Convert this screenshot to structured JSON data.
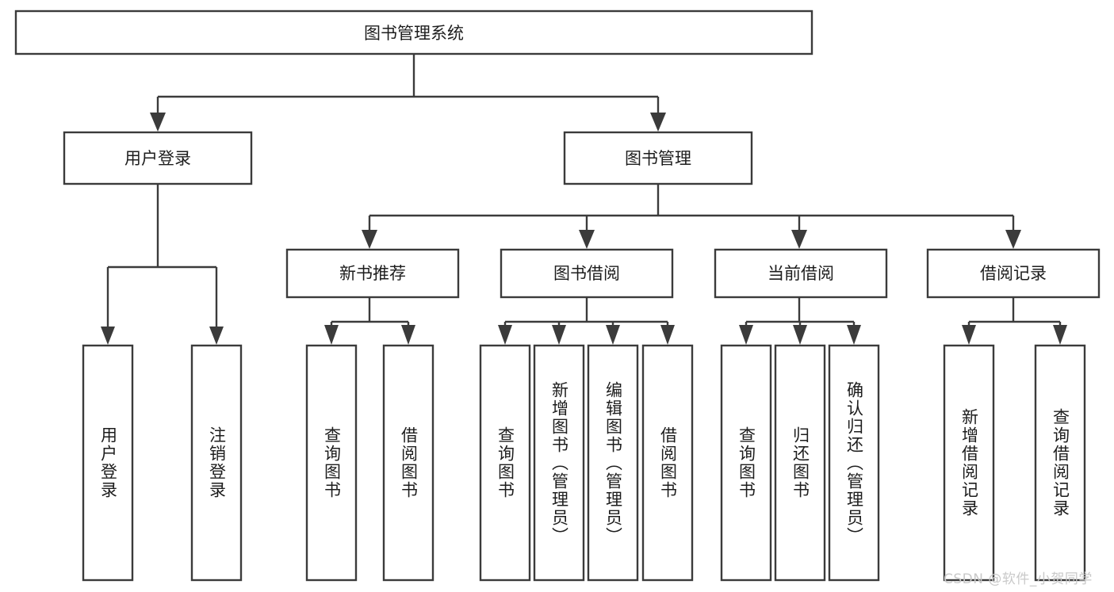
{
  "diagram": {
    "type": "tree-hierarchy",
    "title": "图书管理系统",
    "root": {
      "label": "图书管理系统"
    },
    "level2": [
      {
        "id": "user-login",
        "label": "用户登录"
      },
      {
        "id": "book-management",
        "label": "图书管理"
      }
    ],
    "level3": [
      {
        "id": "new-book-recommend",
        "label": "新书推荐",
        "parent": "book-management"
      },
      {
        "id": "book-borrow",
        "label": "图书借阅",
        "parent": "book-management"
      },
      {
        "id": "current-borrow",
        "label": "当前借阅",
        "parent": "book-management"
      },
      {
        "id": "borrow-record",
        "label": "借阅记录",
        "parent": "book-management"
      }
    ],
    "leaves": [
      {
        "id": "leaf-user-login",
        "label": "用户登录",
        "parent": "user-login"
      },
      {
        "id": "leaf-logout-login",
        "label": "注销登录",
        "parent": "user-login"
      },
      {
        "id": "leaf-query-book-1",
        "label": "查询图书",
        "parent": "new-book-recommend"
      },
      {
        "id": "leaf-borrow-book-1",
        "label": "借阅图书",
        "parent": "new-book-recommend"
      },
      {
        "id": "leaf-query-book-2",
        "label": "查询图书",
        "parent": "book-borrow"
      },
      {
        "id": "leaf-add-book",
        "label": "新增图书（管理员）",
        "parent": "book-borrow"
      },
      {
        "id": "leaf-edit-book",
        "label": "编辑图书（管理员）",
        "parent": "book-borrow"
      },
      {
        "id": "leaf-borrow-book-2",
        "label": "借阅图书",
        "parent": "book-borrow"
      },
      {
        "id": "leaf-query-book-3",
        "label": "查询图书",
        "parent": "current-borrow"
      },
      {
        "id": "leaf-return-book",
        "label": "归还图书",
        "parent": "current-borrow"
      },
      {
        "id": "leaf-confirm-return",
        "label": "确认归还（管理员）",
        "parent": "current-borrow"
      },
      {
        "id": "leaf-add-record",
        "label": "新增借阅记录",
        "parent": "borrow-record"
      },
      {
        "id": "leaf-query-record",
        "label": "查询借阅记录",
        "parent": "borrow-record"
      }
    ]
  },
  "watermark": {
    "text": "CSDN @软件_小贺同学"
  },
  "colors": {
    "stroke": "#3b3b3b",
    "box_fill": "#ffffff",
    "text": "#1d1d1d",
    "background": "#ffffff",
    "watermark": "#c9c9c9"
  }
}
